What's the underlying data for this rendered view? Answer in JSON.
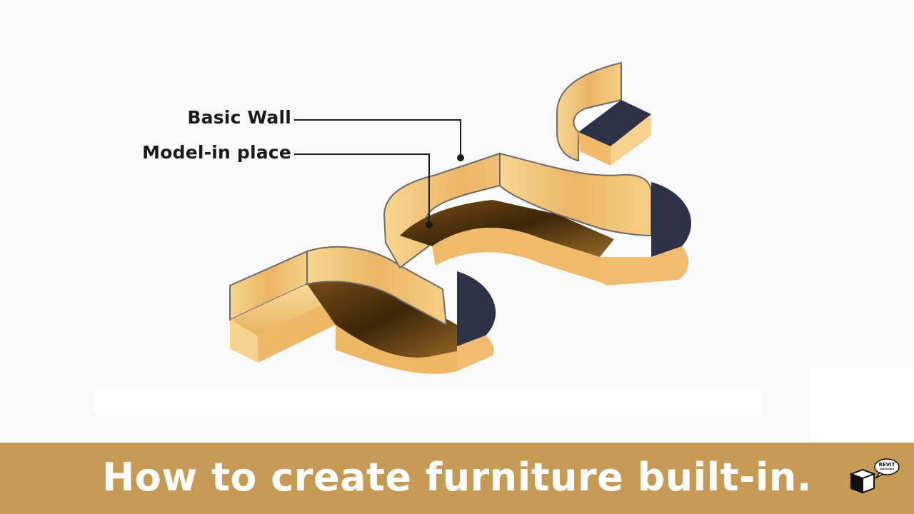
{
  "callouts": {
    "basic_wall": "Basic Wall",
    "model_in_place": "Model-in place"
  },
  "footer": {
    "title": "How to create furniture built-in."
  },
  "logo": {
    "bubble_text": "REVIT",
    "icon": "revit-cube-speech-bubble-icon"
  },
  "colors": {
    "footer_bar": "#c69a54",
    "wood_light": "#f5cd82",
    "wood_mid": "#e8b060",
    "wood_dark": "#5a3a12",
    "wall_edge": "#6b6b6b",
    "dark_panel": "#2e3147"
  }
}
